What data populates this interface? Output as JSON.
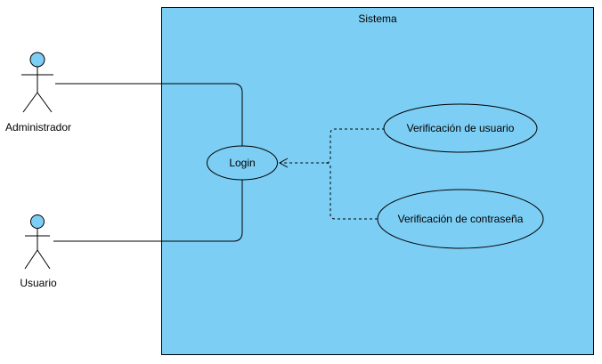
{
  "system": {
    "title": "Sistema"
  },
  "actors": {
    "admin": {
      "name": "Administrador"
    },
    "user": {
      "name": "Usuario"
    }
  },
  "use_cases": {
    "login": {
      "label": "Login"
    },
    "verify_user": {
      "label": "Verificación de usuario"
    },
    "verify_password": {
      "label": "Verificación de contraseña"
    }
  },
  "colors": {
    "system_fill": "#7dcef4",
    "actor_head": "#7dcef4",
    "stroke": "#000000",
    "background": "#ffffff"
  }
}
